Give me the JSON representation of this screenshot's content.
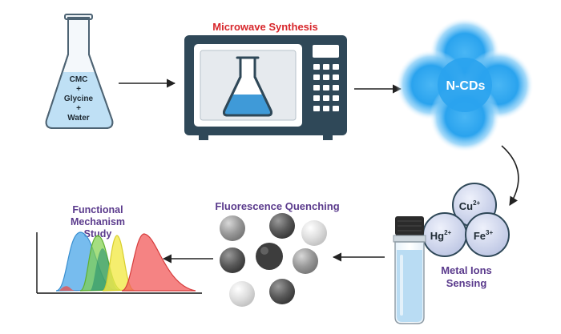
{
  "flask": {
    "line1": "CMC",
    "plus1": "+",
    "line2": "Glycine",
    "plus2": "+",
    "line3": "Water"
  },
  "microwave": {
    "title": "Microwave Synthesis"
  },
  "dots": {
    "label": "N-CDs"
  },
  "sensing": {
    "ion_cu": "Cu",
    "ion_cu_charge": "2+",
    "ion_hg": "Hg",
    "ion_hg_charge": "2+",
    "ion_fe": "Fe",
    "ion_fe_charge": "3+",
    "label_line1": "Metal Ions",
    "label_line2": "Sensing"
  },
  "quenching": {
    "title": "Fluorescence Quenching"
  },
  "mechanism": {
    "line1": "Functional",
    "line2": "Mechanism",
    "line3": "Study"
  },
  "colors": {
    "red_title": "#d7262b",
    "purple_title": "#5a3a8c",
    "navy": "#2f4858",
    "blue_glow": "#2aa3ee",
    "fluid": "#3f9ad8"
  }
}
